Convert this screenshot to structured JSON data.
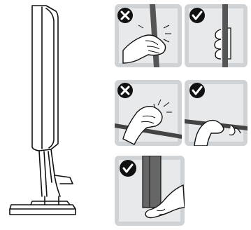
{
  "figure": {
    "monitor_view": "side-profile",
    "panels": [
      {
        "id": "top-left",
        "badge": "cross-icon",
        "verdict": "incorrect"
      },
      {
        "id": "top-right",
        "badge": "check-icon",
        "verdict": "correct"
      },
      {
        "id": "middle-left",
        "badge": "cross-icon",
        "verdict": "incorrect"
      },
      {
        "id": "middle-right",
        "badge": "check-icon",
        "verdict": "correct"
      },
      {
        "id": "bottom",
        "badge": "check-icon",
        "verdict": "correct"
      }
    ],
    "colors": {
      "panel_bg": "#cfd3d6",
      "panel_inner": "#e6e8ea",
      "line": "#111111",
      "badge": "#111111",
      "badge_mark": "#ffffff"
    }
  }
}
